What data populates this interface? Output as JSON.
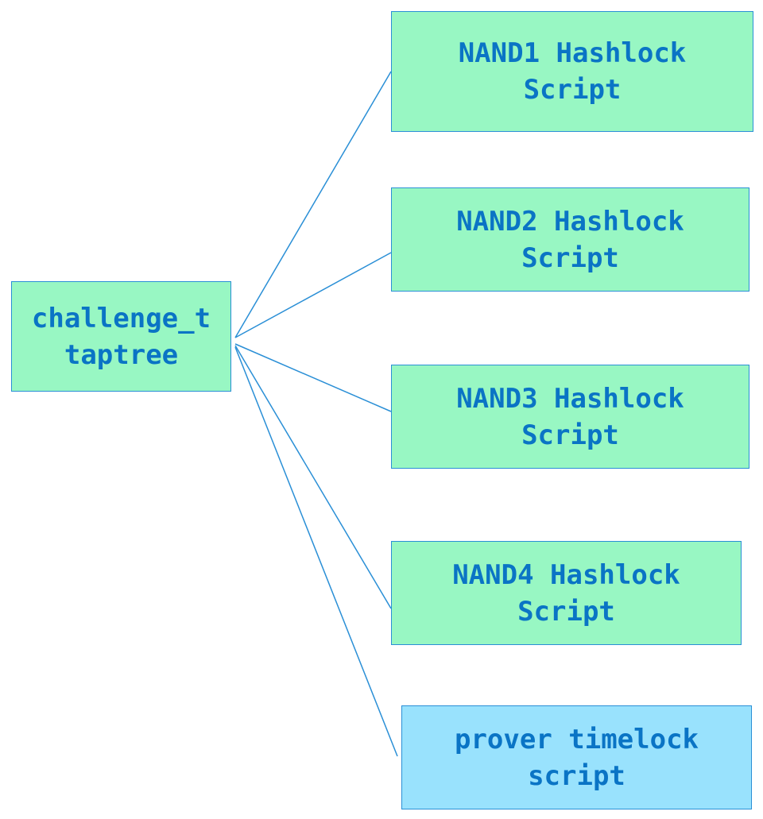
{
  "root": {
    "line1": "challenge_t",
    "line2": "taptree"
  },
  "leaves": [
    {
      "line1": "NAND1 Hashlock",
      "line2": "Script"
    },
    {
      "line1": "NAND2 Hashlock",
      "line2": "Script"
    },
    {
      "line1": "NAND3 Hashlock",
      "line2": "Script"
    },
    {
      "line1": "NAND4 Hashlock",
      "line2": "Script"
    },
    {
      "line1": "prover timelock",
      "line2": "script"
    }
  ],
  "colors": {
    "green_fill": "#98f7c3",
    "blue_fill": "#99e2fd",
    "border": "#2a8fd6",
    "text": "#0a74c5"
  }
}
